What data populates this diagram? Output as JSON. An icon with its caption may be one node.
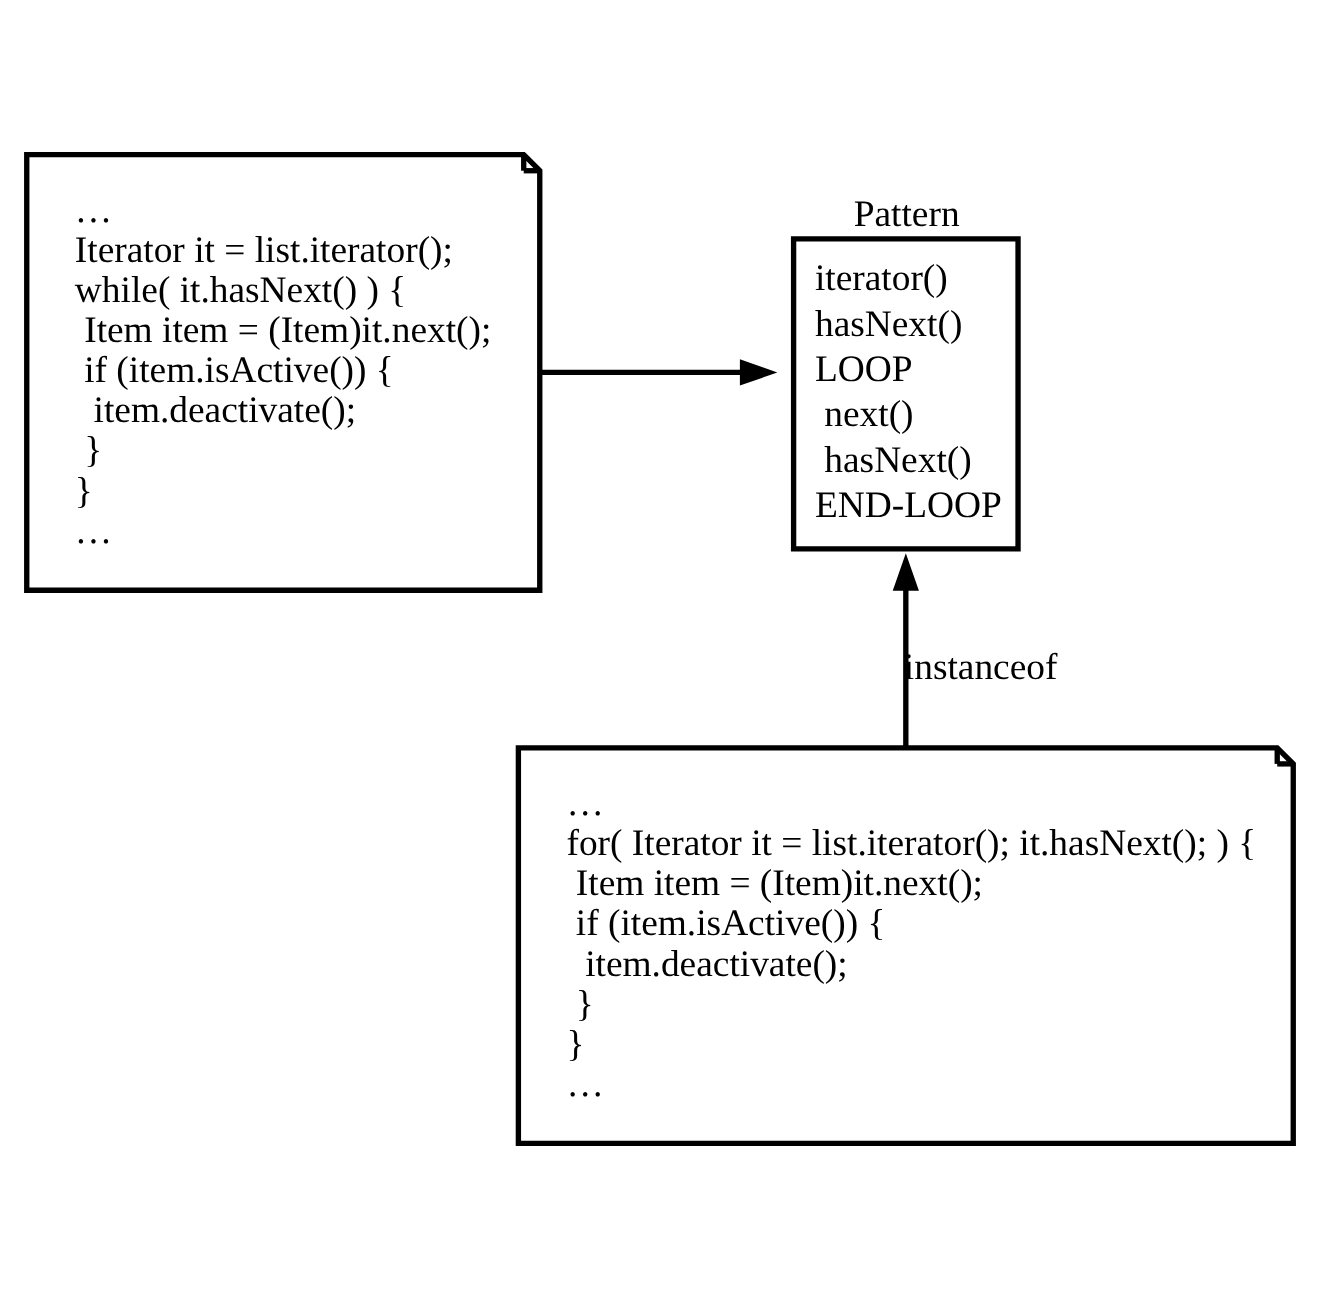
{
  "diagram": {
    "nodes": [
      {
        "text": [
          "…",
          "Iterator it = list.iterator();",
          "while( it.hasNext() ) {",
          " Item item = (Item)it.next();",
          " if (item.isActive()) {",
          "  item.deactivate();",
          " }",
          "}",
          "…"
        ]
      },
      {
        "text": [
          "Pattern",
          "iterator()",
          "hasNext()",
          "LOOP",
          " next()",
          " hasNext()",
          "END-LOOP"
        ]
      },
      {
        "text": [
          "…",
          "for( Iterator it = list.iterator(); it.hasNext(); ) {",
          " Item item = (Item)it.next();",
          " if (item.isActive()) {",
          "  item.deactivate();",
          " }",
          "}",
          "…"
        ]
      }
    ],
    "edges": [
      {
        "from": 0,
        "to": 1,
        "arrow": "to"
      },
      {
        "from": 2,
        "to": 1,
        "arrow": "to",
        "label": "instanceof"
      }
    ]
  }
}
